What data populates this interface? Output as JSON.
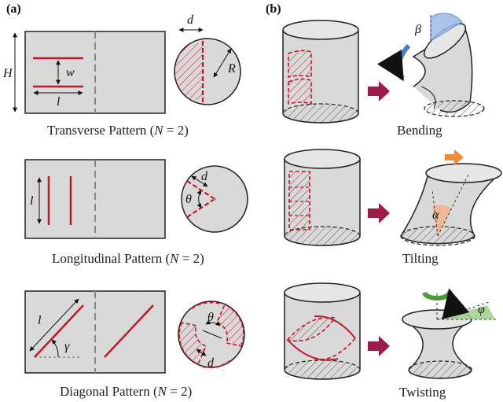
{
  "panels": {
    "a": "(a)",
    "b": "(b)"
  },
  "symbols": {
    "H": "H",
    "w": "w",
    "l": "l",
    "d": "d",
    "R": "R",
    "theta": "θ",
    "gamma": "γ",
    "beta": "β",
    "alpha": "α",
    "phi": "φ"
  },
  "captions": {
    "transverse_prefix": "Transverse Pattern (",
    "longitudinal_prefix": "Longitudinal Pattern (",
    "diagonal_prefix": "Diagonal Pattern (",
    "N": "N",
    "suffix": " = 2)"
  },
  "deformations": {
    "bending": "Bending",
    "tilting": "Tilting",
    "twisting": "Twisting"
  },
  "colors": {
    "red": "#c0182a",
    "gray": "#d9d9d9",
    "arrow": "#9b1b4b",
    "blue": "#4a7fd0",
    "orange": "#f08a3c",
    "green": "#4f9a3a"
  }
}
